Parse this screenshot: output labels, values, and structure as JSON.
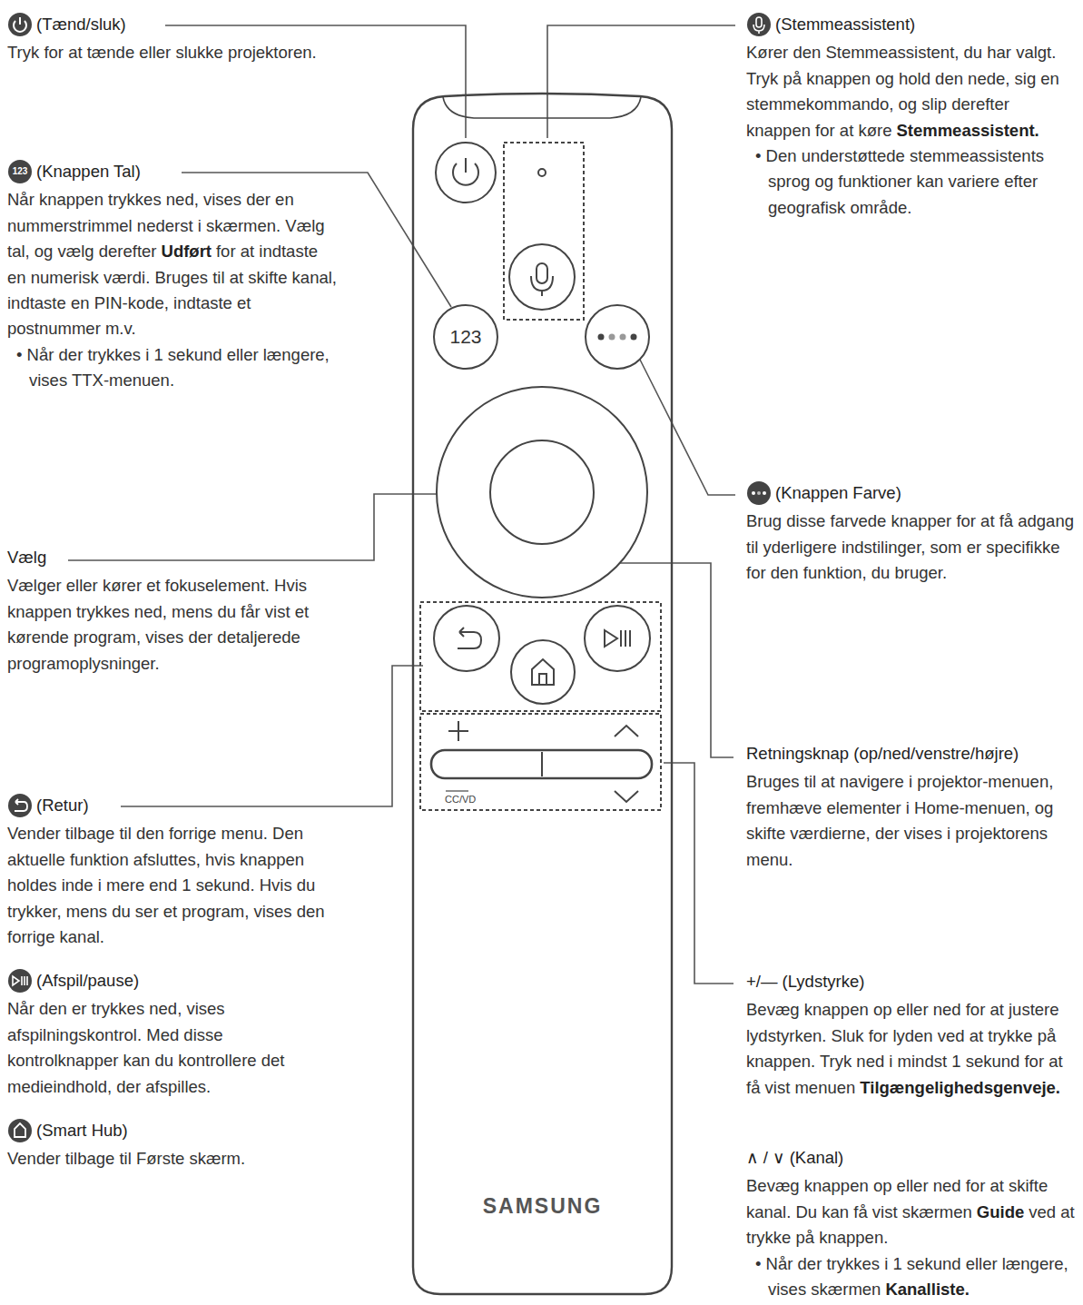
{
  "diagram": {
    "nodes": [
      {
        "text": [
          "SAMSUNG"
        ]
      },
      {
        "text": [
          "123"
        ],
        "in": 0
      }
    ],
    "labels": [
      "(Tænd/sluk)",
      "Tryk for at tænde eller slukke projektoren.",
      "123",
      "(Knappen Tal)",
      "Når knappen trykkes ned, vises der en nummerstrimmel nederst i skærmen. Vælg tal, og vælg derefter",
      "Udført",
      "for at indtaste en numerisk værdi. Bruges til at skifte kanal, indtaste en PIN-kode, indtaste et postnummer m.v.",
      "• Når der trykkes i 1 sekund eller længere, vises TTX-menuen.",
      "Vælg",
      "Vælger eller kører et fokuselement. Hvis knappen trykkes ned, mens du får vist et kørende program, vises der detaljerede programoplysninger.",
      "(Retur)",
      "Vender tilbage til den forrige menu. Den aktuelle funktion afsluttes, hvis knappen holdes inde i mere end 1 sekund. Hvis du trykker, mens du ser et program, vises den forrige kanal.",
      "(Afspil/pause)",
      "Når den er trykkes ned, vises afspilningskontrol. Med disse kontrolknapper kan du kontrollere det medieindhold, der afspilles.",
      "(Smart Hub)",
      "Vender tilbage til Første skærm.",
      "(Stemmeassistent)",
      "Kører den Stemmeassistent, du har valgt. Tryk på knappen og hold den nede, sig en stemmekommando, og slip derefter knappen for at køre",
      "Stemmeassistent.",
      "• Den understøttede stemmeassistents sprog og funktioner kan variere efter geografisk område.",
      "(Knappen Farve)",
      "Brug disse farvede knapper for at få adgang til yderligere indstilinger, som er specifikke for den funktion, du bruger.",
      "Retningsknap (op/ned/venstre/højre)",
      "Bruges til at navigere i projektor-menuen, fremhæve elementer i Home-menuen, og skifte værdierne, der vises i projektorens menu.",
      "+/— (Lydstyrke)",
      "Bevæg knappen op eller ned for at justere lydstyrken. Sluk for lyden ved at trykke på knappen. Tryk ned i mindst 1 sekund for at få vist menuen",
      "Tilgængelighedsgenveje.",
      "∧ / ∨ (Kanal)",
      "Bevæg knappen op eller ned for at skifte kanal. Du kan få vist skærmen",
      "Guide",
      "ved at trykke på knappen.",
      "• Når der trykkes i 1 sekund eller længere, vises skærmen",
      "Kanalliste.",
      "CC/VD"
    ]
  }
}
